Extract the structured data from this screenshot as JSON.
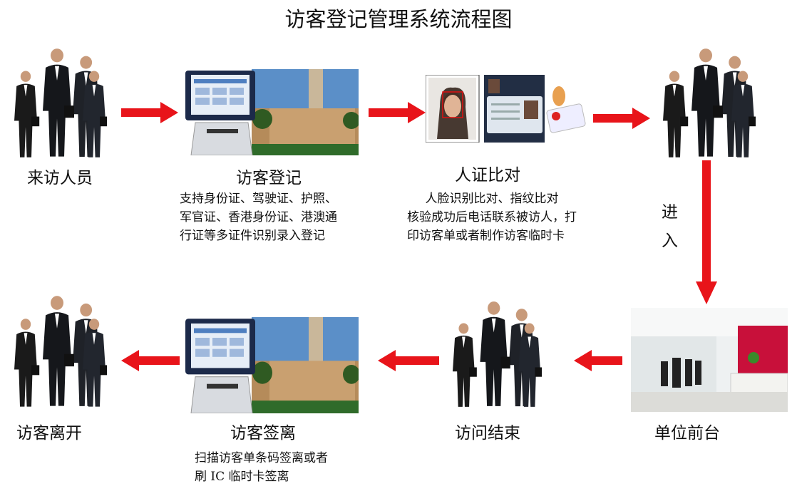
{
  "title": "访客登记管理系统流程图",
  "colors": {
    "arrow": "#e8141a",
    "text": "#111111"
  },
  "steps": {
    "arrive": {
      "label": "来访人员",
      "icon": "visitors-group"
    },
    "register": {
      "label": "访客登记",
      "icon": "visitor-kiosk",
      "desc": [
        "支持身份证、驾驶证、护照、",
        "军官证、香港身份证、港澳通",
        "行证等多证件识别录入登记"
      ]
    },
    "verify": {
      "label": "人证比对",
      "icon": "face-id-verification",
      "desc": [
        "人脸识别比对、指纹比对",
        "核验成功后电话联系被访人，打",
        "印访客单或者制作访客临时卡"
      ]
    },
    "enter": {
      "label": [
        "进",
        "入"
      ],
      "icon": "visitors-group"
    },
    "reception": {
      "label": "单位前台",
      "icon": "reception-lobby-photo"
    },
    "visit_end": {
      "label": "访问结束",
      "icon": "visitors-group"
    },
    "signout": {
      "label": "访客签离",
      "icon": "visitor-kiosk",
      "desc": [
        "扫描访客单条码签离或者",
        "刷 IC 临时卡签离"
      ]
    },
    "leave": {
      "label": "访客离开",
      "icon": "visitors-group"
    }
  }
}
